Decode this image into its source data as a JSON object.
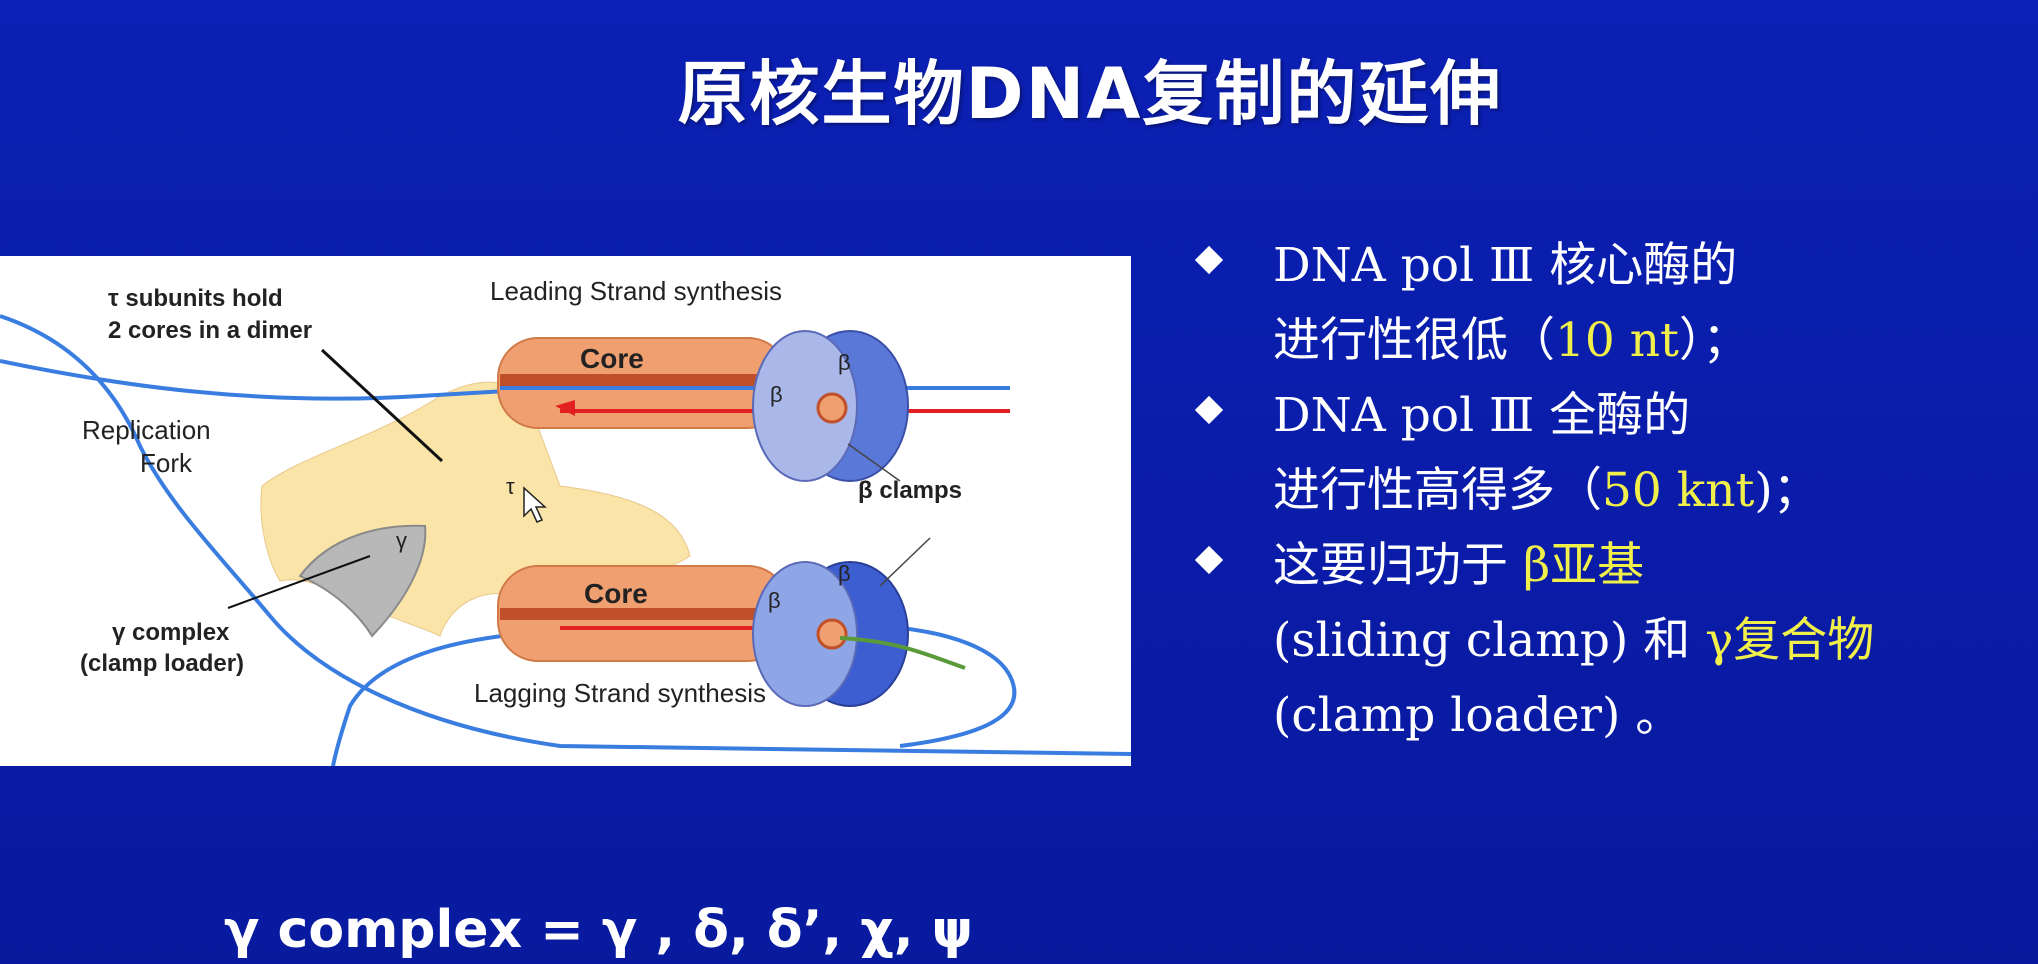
{
  "slide": {
    "title": "原核生物DNA复制的延伸",
    "formula": "γ complex  = γ , δ, δ’, χ, ψ"
  },
  "figure": {
    "tau_label_line1": "τ subunits hold",
    "tau_label_line2": "2 cores in a dimer",
    "leading_label": "Leading Strand synthesis",
    "lagging_label": "Lagging Strand synthesis",
    "fork_label_line1": "Replication",
    "fork_label_line2": "Fork",
    "core_top": "Core",
    "core_bottom": "Core",
    "beta": "β",
    "tau": "τ",
    "gamma": "γ",
    "beta_clamps_label": "β clamps",
    "gamma_label_line1": "γ  complex",
    "gamma_label_line2": "(clamp loader)"
  },
  "bullets": {
    "b1_line1": "DNA pol Ⅲ 核心酶的",
    "b1_line2_pre": "进行性很低（",
    "b1_line2_hl": "10 nt",
    "b1_line2_post": "）；",
    "b2_line1": "DNA pol Ⅲ 全酶的",
    "b2_line2_pre": "进行性高得多（",
    "b2_line2_hl": "50 knt",
    "b2_line2_post": ")；",
    "b3_line1_pre": "这要归功于 ",
    "b3_line1_hl": "β亚基",
    "b3_line2_pre": "(sliding clamp) 和 ",
    "b3_line2_hl": "γ复合物",
    "b3_line3": "(clamp loader) 。"
  },
  "colors": {
    "background": "#0a1fae",
    "highlight": "#f1ef4a",
    "core_orange": "#f0a070",
    "clamp_blue": "#5a78d8",
    "tau_yellow": "#fbe4a8",
    "dna_blue": "#3a7de0",
    "new_strand_red": "#e22020"
  }
}
